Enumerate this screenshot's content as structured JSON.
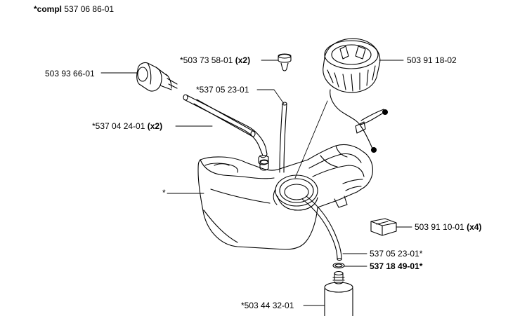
{
  "heading": {
    "prefix": "*compl",
    "number": "537 06 86-01"
  },
  "callouts": {
    "outlet_grommet": {
      "text": "503 93 66-01"
    },
    "vent_valve": {
      "text": "*503 73 58-01",
      "qty": "(x2)"
    },
    "fuel_hose_upper": {
      "text": "*537 05 23-01"
    },
    "hose_pair": {
      "text": "*537 04 24-01",
      "qty": "(x2)"
    },
    "tank_body": {
      "text": "*"
    },
    "fuel_cap": {
      "text": "503 91 18-02"
    },
    "rubber_buffer": {
      "text": "503 91 10-01",
      "qty": "(x4)"
    },
    "fuel_hose_lower": {
      "text": "537 05 23-01*"
    },
    "o_ring": {
      "text": "537 18 49-01*"
    },
    "fuel_filter": {
      "text": "*503 44 32-01"
    }
  },
  "colors": {
    "ink": "#000000",
    "paper": "#ffffff"
  }
}
